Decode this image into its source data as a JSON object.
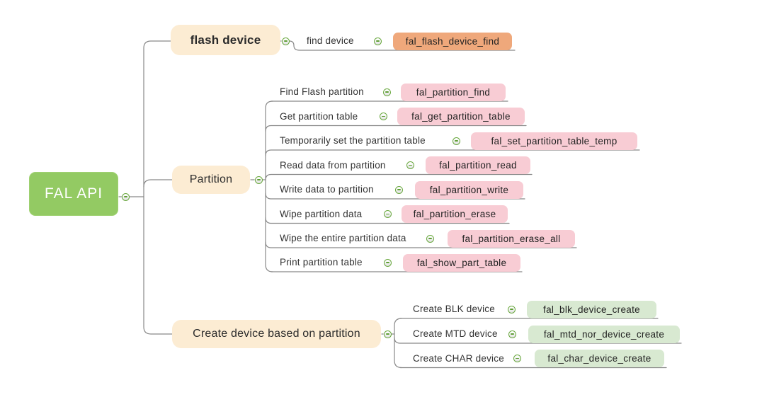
{
  "root": {
    "label": "FAL API"
  },
  "branches": [
    {
      "label": "flash device",
      "children": [
        {
          "label": "find device",
          "func": "fal_flash_device_find",
          "chip_color": "orange"
        }
      ]
    },
    {
      "label": "Partition",
      "children": [
        {
          "label": "Find Flash partition",
          "func": "fal_partition_find",
          "chip_color": "pink"
        },
        {
          "label": "Get partition table",
          "func": "fal_get_partition_table",
          "chip_color": "pink"
        },
        {
          "label": "Temporarily set the partition table",
          "func": "fal_set_partition_table_temp",
          "chip_color": "pink"
        },
        {
          "label": "Read data from partition",
          "func": "fal_partition_read",
          "chip_color": "pink"
        },
        {
          "label": "Write data to partition",
          "func": "fal_partition_write",
          "chip_color": "pink"
        },
        {
          "label": "Wipe partition data",
          "func": "fal_partition_erase",
          "chip_color": "pink"
        },
        {
          "label": "Wipe the entire partition data",
          "func": "fal_partition_erase_all",
          "chip_color": "pink"
        },
        {
          "label": "Print partition table",
          "func": "fal_show_part_table",
          "chip_color": "pink"
        }
      ]
    },
    {
      "label": "Create device based on partition",
      "children": [
        {
          "label": "Create BLK device",
          "func": "fal_blk_device_create",
          "chip_color": "green"
        },
        {
          "label": "Create MTD device",
          "func": "fal_mtd_nor_device_create",
          "chip_color": "green"
        },
        {
          "label": "Create CHAR device",
          "func": "fal_char_device_create",
          "chip_color": "green"
        }
      ]
    }
  ],
  "colors": {
    "root_green": "#93ca63",
    "branch_cream": "#fcecd3",
    "chip_pink": "#f8ccd4",
    "chip_orange": "#efa87b",
    "chip_green": "#d8e9d1",
    "connector_gray": "#898989",
    "collapse_green": "#69a83e"
  },
  "icons": {
    "collapse": "minus-circle"
  }
}
